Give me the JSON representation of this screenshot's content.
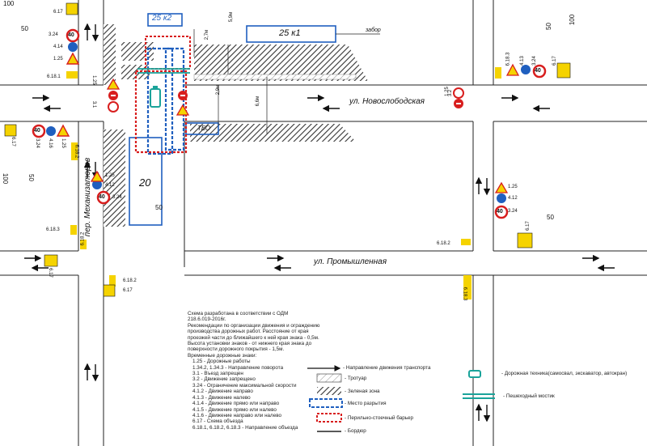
{
  "streets": {
    "novoslobodskaya": "ул. Новослободская",
    "promyshlennaya": "ул. Промышленная",
    "mekhanizatorov": "пер. Механизаторов"
  },
  "buildings": {
    "b25k2": "25 к2",
    "b25k1": "25 к1",
    "b20": "20",
    "fence": "забор",
    "tbo": "ТБО"
  },
  "dimensions": {
    "d27": "2,7м",
    "d29": "2,9м",
    "d59": "5,9м",
    "d66": "6,6м"
  },
  "signs": {
    "s617": "6.17",
    "s6181": "6.18.1",
    "s6182": "6.18.2",
    "s6183": "6.18.3",
    "s125": "1.25",
    "s324": "3.24",
    "s412": "4.12",
    "s413": "4.13",
    "s414": "4.14",
    "s416": "4.16",
    "s31": "3.1",
    "s32": "3.2",
    "s125b": "125",
    "s412b": "412",
    "s324b": "324",
    "n40": "40"
  },
  "distances": {
    "m50": "50",
    "m100": "100"
  },
  "notes": {
    "lines": [
      "Схема разработана в соответствии с ОДМ",
      "218.6.019-2016г.",
      "Рекомендации по организации движения и ограждению",
      "производства дорожных работ. Расстояние от края",
      "проезжей части до ближайшего к ней края знака - 0,5м.",
      "Высота установки знаков - от нижнего края знака до",
      "поверхности дорожного покрытия - 1,5м.",
      "Временные дорожные знаки:",
      "1.25 - Дорожные работы",
      "1.34.2, 1.34.3 - Направление поворота",
      "3.1 - Въезд запрещен",
      "3.2 - Движение запрещено",
      "3.24 - Ограничение максимальной скорости",
      "4.1.2 - Движение направо",
      "4.1.3 - Движение налево",
      "4.1.4 - Движение прямо или направо",
      "4.1.5 - Движение прямо или налево",
      "4.1.6 - Движение направо или налево",
      "6.17 - Схема объезда",
      "6.18.1, 6.18.2, 6.18.3 - Направление объезда"
    ]
  },
  "legend": {
    "traffic": "- Направление движения транспорта",
    "sidewalk": "- Тротуар",
    "green": "- Зеленая зона",
    "dig": "- Место разрытия",
    "barrier": "- Перильно-стоечный барьер",
    "curb": "- Бордюр",
    "machine": "- Дорожная техника(самосвал, экскаватор, автокран)",
    "bridge": "- Пешеходный мостик"
  },
  "colors": {
    "blue": "#1f5fbf",
    "red": "#d81e1e",
    "yellow": "#f5d300",
    "orange": "#f08a00",
    "teal": "#1aa39a",
    "hatch": "#333333"
  }
}
